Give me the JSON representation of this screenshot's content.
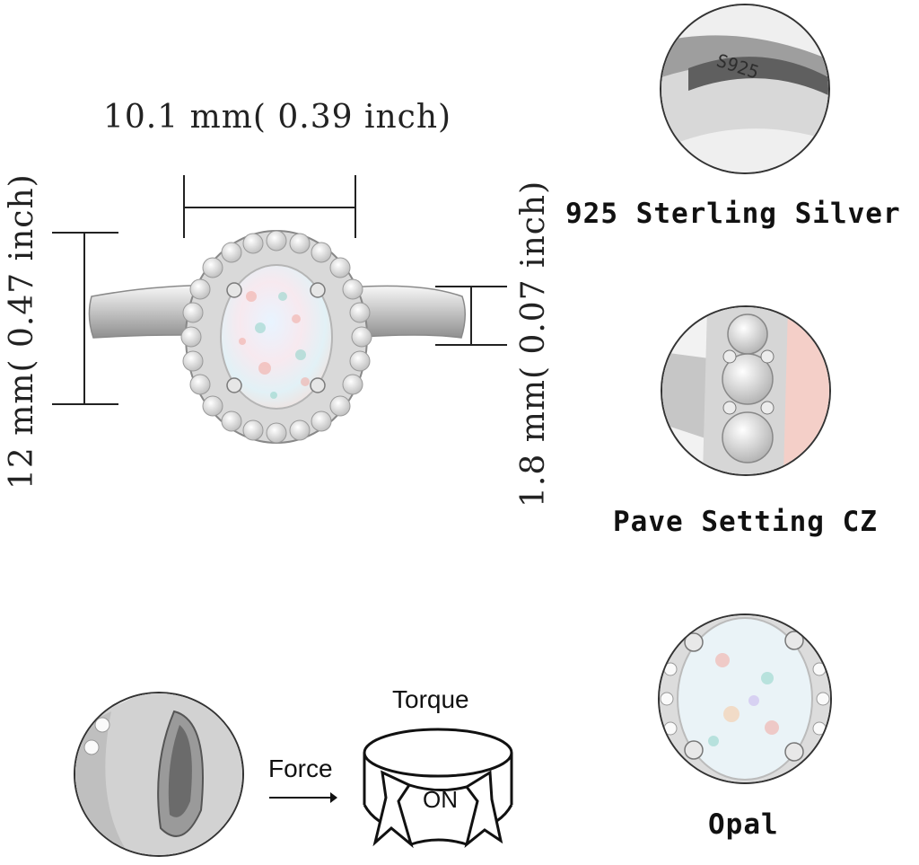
{
  "dimensions": {
    "width_label": "10.1 mm( 0.39 inch)",
    "height_label": "12 mm( 0.47 inch)",
    "band_label": "1.8 mm( 0.07 inch)"
  },
  "features": [
    {
      "caption": "925 Sterling Silver",
      "stamp": "S925"
    },
    {
      "caption": "Pave Setting CZ"
    },
    {
      "caption": "Opal"
    }
  ],
  "adjust": {
    "torque": "Torque",
    "force": "Force",
    "on": "ON"
  }
}
